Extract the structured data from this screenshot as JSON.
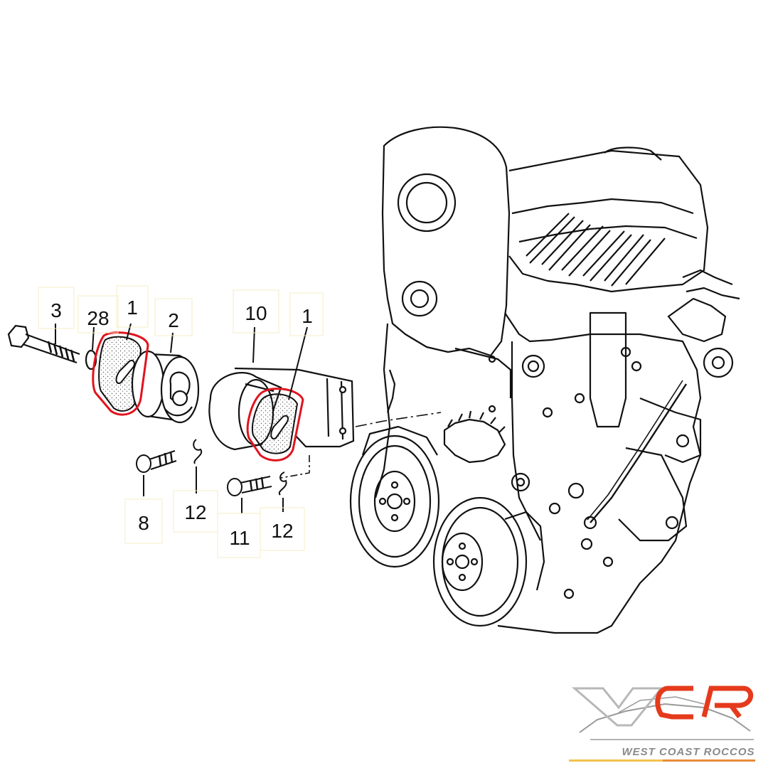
{
  "diagram": {
    "callouts": [
      {
        "id": "c3",
        "label": "3"
      },
      {
        "id": "c28",
        "label": "28"
      },
      {
        "id": "c1a",
        "label": "1"
      },
      {
        "id": "c2",
        "label": "2"
      },
      {
        "id": "c10",
        "label": "10"
      },
      {
        "id": "c1b",
        "label": "1"
      },
      {
        "id": "c8",
        "label": "8"
      },
      {
        "id": "c12a",
        "label": "12"
      },
      {
        "id": "c11",
        "label": "11"
      },
      {
        "id": "c12b",
        "label": "12"
      }
    ],
    "highlight_color": "#e0141e"
  },
  "logo": {
    "text": "WEST COAST ROCCOS",
    "mark": "WCR",
    "accent_color": "#e53a1c",
    "stripe_colors": [
      "#f2c14e",
      "#e98b3a"
    ]
  }
}
